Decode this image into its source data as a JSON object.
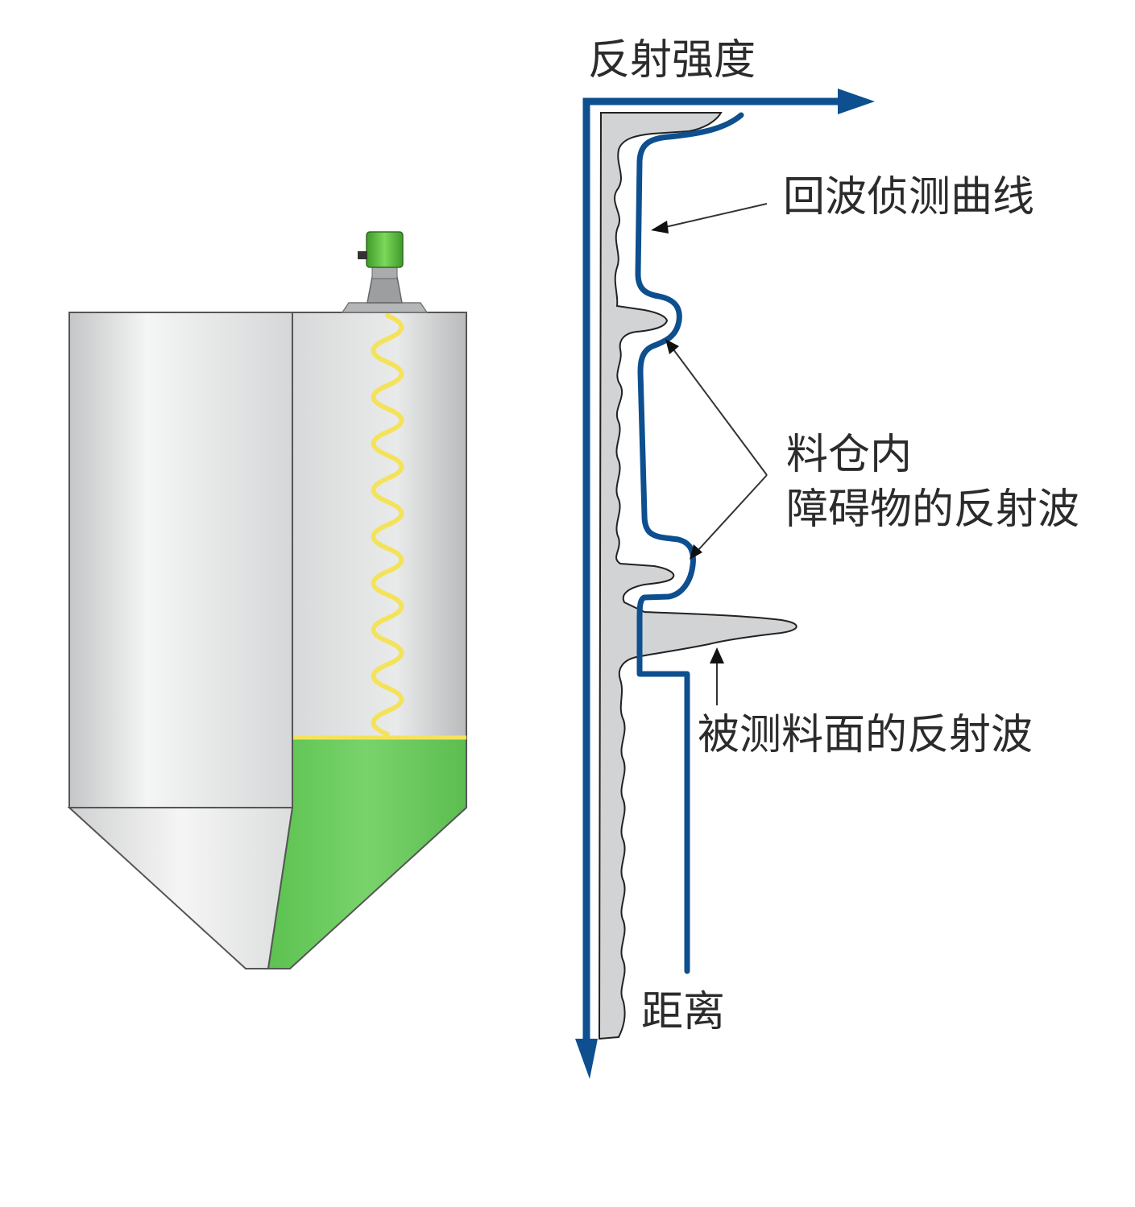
{
  "labels": {
    "y_axis": "反射强度",
    "echo_curve": "回波侦测曲线",
    "obstacle_line1": "料仓内",
    "obstacle_line2": "障碍物的反射波",
    "surface": "被测料面的反射波",
    "x_axis": "距离"
  },
  "colors": {
    "axis_blue": "#0d4f8f",
    "silo_gray": "#c9cbcc",
    "silo_light": "#f2f3f3",
    "material_green": "#6fcf62",
    "wave_yellow": "#f4e35a",
    "sensor_green": "#5bbf3a",
    "signal_fill": "#d2d3d4",
    "label_text": "#2b2b2b"
  }
}
